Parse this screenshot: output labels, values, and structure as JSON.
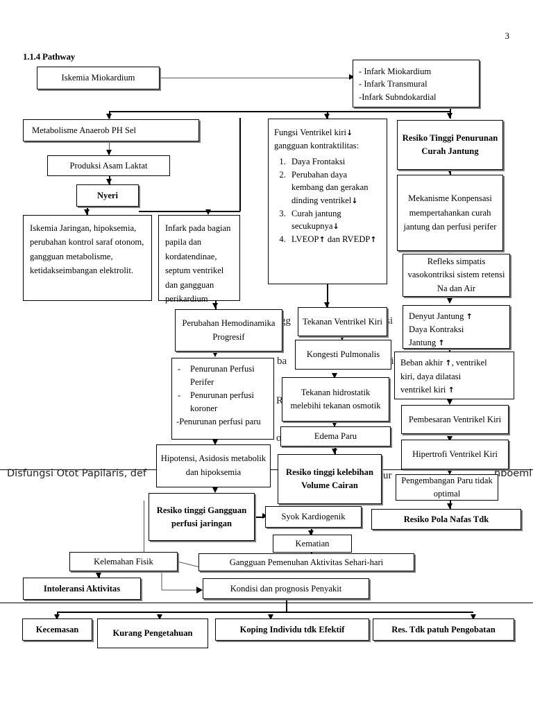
{
  "page": {
    "number": "3",
    "section_title": "1.1.4 Pathway"
  },
  "glyphs": {
    "down": "↓",
    "up": "↑"
  },
  "background_text": {
    "line_main_left": "Disfungsi Otot Papilaris, def",
    "line_main_right": "hboeml",
    "frag_gg": "gg",
    "frag_si": "si",
    "frag_ba": "ba",
    "frag_gi": "gi",
    "frag_Re": "Re",
    "frag_or": "or",
    "frag_ur": "ur"
  },
  "nodes": {
    "iskemia_miokardium": "Iskemia Miokardium",
    "infark_group": [
      "-     Infark Miokardium",
      "-     Infark Transmural",
      "-Infark Subndokardial"
    ],
    "metabolisme_anaerob": "Metabolisme Anaerob        PH Sel",
    "produksi_asam_laktat": "Produksi Asam Laktat",
    "nyeri": "Nyeri",
    "iskemia_jaringan": "Iskemia Jaringan, hipoksemia, perubahan kontrol saraf otonom, gangguan metabolisme, ketidakseimbangan elektrolit.",
    "infark_papila": "Infark pada bagian papila dan kordatendinae, septum ventrikel dan gangguan perikardium",
    "fungsi_ventrikel": {
      "lead_line1": "Fungsi Ventrikel kiri",
      "lead_line1_arrow": "↓",
      "lead_line2": "gangguan kontraktilitas:",
      "items": [
        {
          "text": "Daya Frontaksi",
          "arrow": ""
        },
        {
          "text": "Perubahan daya kembang dan gerakan dinding ventrikel",
          "arrow": "↓"
        },
        {
          "text": "Curah jantung secukupnya",
          "arrow": "↓"
        },
        {
          "text_a": "LVEOP",
          "arrow_a": "↑",
          "text_b": "dan RVEDP",
          "arrow_b": "↑"
        }
      ]
    },
    "resiko_tinggi_penurunan_curah": "Resiko Tinggi Penurunan Curah Jantung",
    "mekanisme_konpensasi": "Mekanisme Konpensasi mempertahankan curah jantung dan perfusi perifer",
    "refleks_simpatis": "Refleks simpatis vasokontriksi sistem retensi Na dan Air",
    "denyut_jantung": {
      "line1": "Denyut Jantung",
      "line1_arrow": "↑",
      "line2": "Daya Kontraksi",
      "line3": "Jantung",
      "line3_arrow": "↑"
    },
    "beban_akhir": {
      "line1_a": "Beban akhir",
      "line1_arrow": "↑",
      "line1_b": ", ventrikel",
      "line2": "kiri, daya dilatasi",
      "line3": "ventrikel kiri",
      "line3_arrow": "↑"
    },
    "pembesaran_ventrikel_kiri": "Pembesaran Ventrikel Kiri",
    "hipertrofi_ventrikel_kiri": "Hipertrofi Ventrikel Kiri",
    "pengembangan_paru": "Pengembangan Paru tidak optimal",
    "resiko_pola_nafas": "Resiko Pola Nafas Tdk",
    "perubahan_hemodinamika": "Perubahan Hemodinamika Progresif",
    "penurunan_perfusi": [
      "Penurunan Perfusi Perifer",
      "Penurunan perfusi koroner"
    ],
    "penurunan_perfusi_paru": "-Penurunan perfusi paru",
    "tekanan_ventrikel_kiri": "Tekanan Ventrikel Kiri",
    "kongesti_pulmonalis": "Kongesti Pulmonalis",
    "tekanan_hidrostatik": "Tekanan hidrostatik melebihi tekanan osmotik",
    "edema_paru": "Edema Paru",
    "resiko_tinggi_kelebihan_volume": "Resiko tinggi kelebihan Volume Cairan",
    "hipotensi_asidosis": "Hipotensi, Asidosis metabolik dan hipoksemia",
    "resiko_tinggi_gangguan_perfusi": "Resiko tinggi Gangguan perfusi jaringan",
    "syok_kardiogenik": "Syok Kardiogenik",
    "kematian": "Kematian",
    "gangguan_pemenuhan": "Gangguan Pemenuhan Aktivitas Sehari-hari",
    "kelemahan_fisik": "Kelemahan Fisik",
    "intoleransi_aktivitas": "Intoleransi Aktivitas",
    "kondisi_prognosis": "Kondisi dan prognosis Penyakit",
    "kecemasan": "Kecemasan",
    "kurang_pengetahuan": "Kurang Pengetahuan",
    "koping_individu": "Koping Individu tdk Efektif",
    "res_tdk_patuh": "Res. Tdk patuh Pengobatan"
  }
}
